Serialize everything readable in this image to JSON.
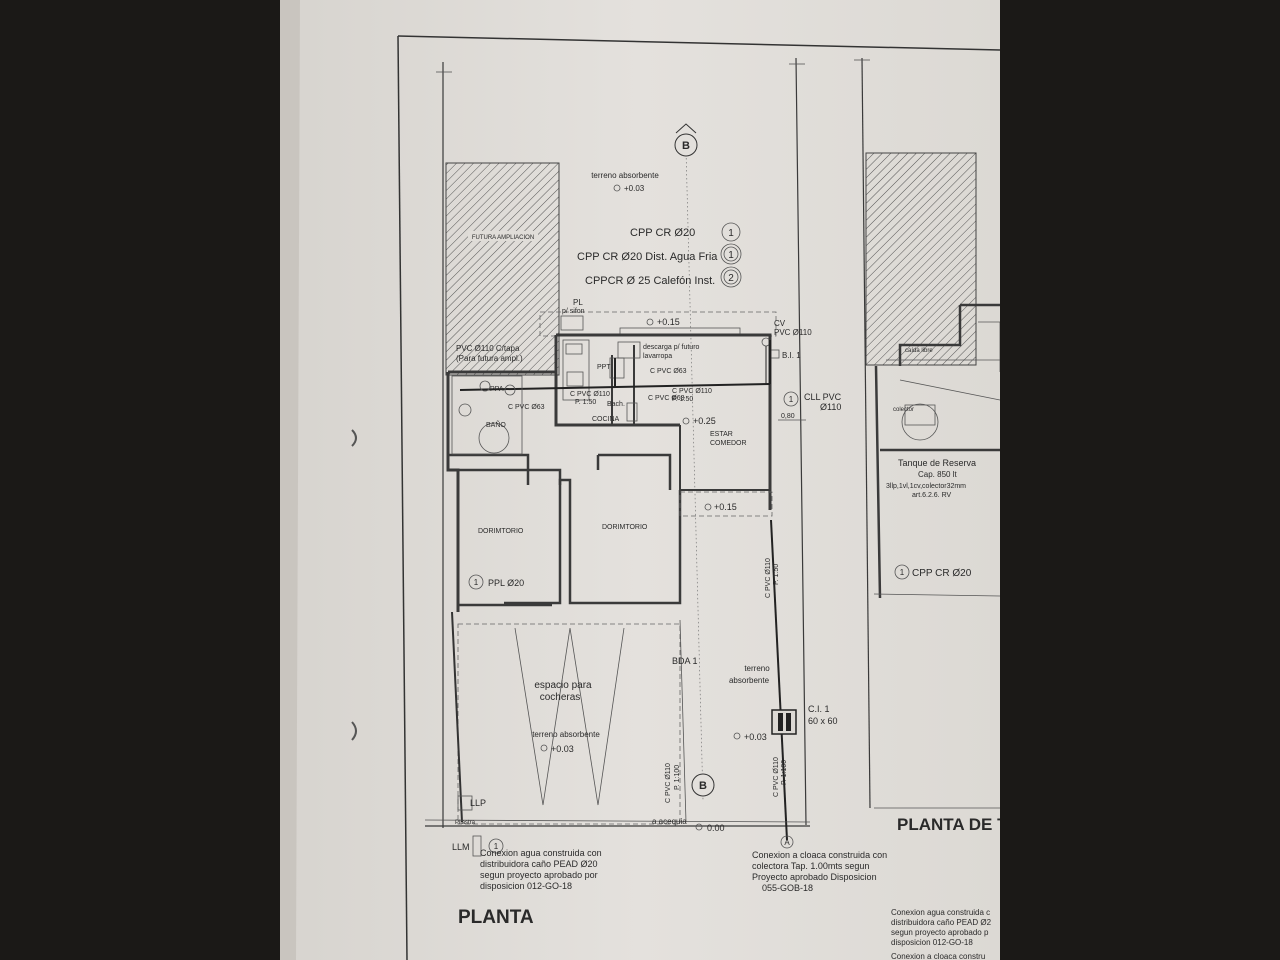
{
  "plan": {
    "axis_b_label": "B",
    "axis_a_label": "A",
    "absorbent_top": "terreno absorbente",
    "level_top": "+0.03",
    "futura_ampliacion": "FUTURA AMPLIACION",
    "legend": [
      {
        "text": "CPP CR Ø20",
        "num": "1",
        "double": false
      },
      {
        "text": "CPP CR Ø20 Dist. Agua Fria",
        "num": "1",
        "double": true
      },
      {
        "text": "CPPCR Ø 25  Calefón Inst.",
        "num": "2",
        "double": true
      }
    ],
    "pl_label": "PL",
    "sifon_label": "p/ sifon",
    "level_patio": "+0.15",
    "pvc_tapa": "PVC Ø110 C/tapa",
    "futura_ampl": "(Para futura ampl.)",
    "cv_label": "CV",
    "cv_pvc": "PVC Ø110",
    "bi_label": "B.I. 1",
    "descarga_1": "descarga p/ futuro",
    "descarga_2": "lavarropa",
    "ppt_label": "PPT",
    "cpvc63_1": "C PVC Ø63",
    "cpvc110_1": "C PVC Ø110",
    "p150_1": "P. 1:50",
    "cpvc110_2": "C PVC Ø110",
    "p150_2": "P. 1:50",
    "cpvc63_2": "C PVC Ø63",
    "cpvc63_3": "C PVC Ø63",
    "bach_label": "Bach.",
    "cocina_label": "COCINA",
    "level_estar": "+0.25",
    "estar_1": "ESTAR",
    "estar_2": "COMEDOR",
    "cll_num": "1",
    "cll_1": "CLL PVC",
    "cll_2": "Ø110",
    "dim_080": "0,80",
    "ppa_label": "PPA",
    "bano_label": "BAÑO",
    "level_entry": "+0.15",
    "dorm_1": "DORIMTORIO",
    "dorm_2": "DORIMTORIO",
    "ppl_num": "1",
    "ppl_label": "PPL Ø20",
    "cpvc_vert_1": "C PVC Ø110",
    "cpvc_vert_2": "P. 1:50",
    "bda_label": "BDA 1",
    "absorbent_right_1": "terreno",
    "absorbent_right_2": "absorbente",
    "cocheras_1": "espacio para",
    "cocheras_2": "cocheras",
    "absorbent_garage": "terreno absorbente",
    "level_garage": "+0.03",
    "ci_1": "C.I. 1",
    "ci_2": "60 x 60",
    "level_ci": "+0.03",
    "pvc_left_1": "C PVC Ø110",
    "pvc_left_2": "P. 1:100",
    "pvc_right_1": "C PVC Ø110",
    "pvc_right_2": "P. 1:100",
    "llp_label": "LLP",
    "pilastra_label": "Pilastra",
    "llm_label": "LLM",
    "acequia_label": "a acequia",
    "level_000": "0.00",
    "water_num": "1",
    "water_note": [
      "Conexion agua construida con",
      "distribuidora caño PEAD Ø20",
      "segun proyecto aprobado por",
      "disposicion 012-GO-18"
    ],
    "sewer_note": [
      "Conexion a cloaca construida con",
      "colectora Tap. 1.00mts segun",
      "Proyecto aprobado Disposicion",
      "055-GOB-18"
    ],
    "title": "PLANTA"
  },
  "plan2": {
    "losa_label": "caída libre",
    "colector_label": "colector",
    "tank_title": "Tanque de Reserva",
    "tank_cap": "Cap. 850 lt",
    "tank_spec": "3llp,1vl,1cv,colector32mm",
    "tank_art": "art.6.2.6. RV",
    "cpp_num": "1",
    "cpp_label": "CPP CR Ø20",
    "title": "PLANTA DE T",
    "note": [
      "Conexion agua construida c",
      "distribuidora caño PEAD Ø2",
      "segun proyecto aprobado p",
      "disposicion 012-GO-18",
      "Conexion a cloaca constru"
    ]
  },
  "colors": {
    "background": "#1b1917",
    "paper": "#e2dfdb",
    "ink": "#2a2a2a",
    "hatch": "#555555"
  },
  "icons": [
    "north-arrow-icon",
    "level-marker-icon",
    "binder-hole-icon",
    "toilet-icon",
    "sink-icon",
    "inspection-chamber-icon",
    "water-meter-icon"
  ]
}
